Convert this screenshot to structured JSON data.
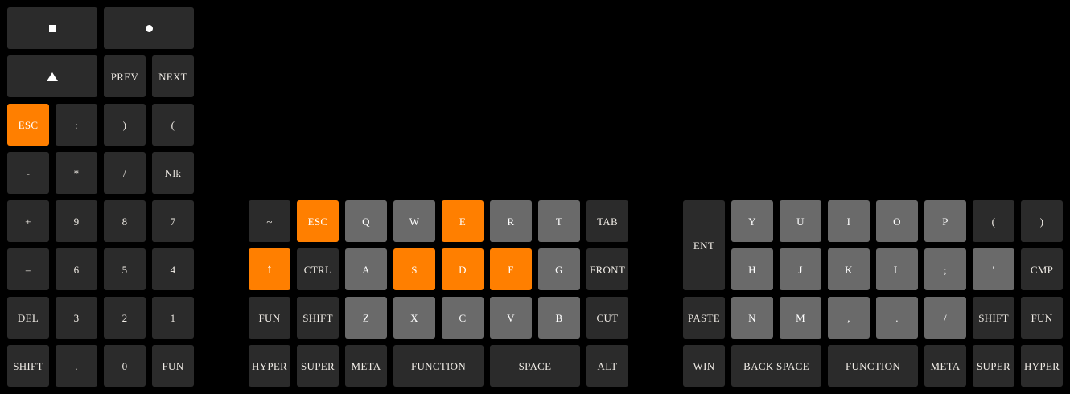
{
  "meta": {
    "title": "Virtual Keyboard Layout",
    "colors": {
      "background": "#000000",
      "key_dark": "#2b2b2b",
      "key_gray": "#6a6a6a",
      "key_highlight": "#ff7f00",
      "text": "#f0ece6"
    }
  },
  "left_panel": {
    "name": "numpad-panel",
    "rows": [
      [
        {
          "label": "",
          "icon": "square-icon",
          "style": "dark",
          "w": 2
        },
        {
          "label": "",
          "icon": "circle-icon",
          "style": "dark",
          "w": 2
        }
      ],
      [
        {
          "label": "",
          "icon": "triangle-up-icon",
          "style": "dark",
          "w": 2
        },
        {
          "label": "PREV",
          "style": "dark",
          "w": 1
        },
        {
          "label": "NEXT",
          "style": "dark",
          "w": 1
        }
      ],
      [
        {
          "label": "ESC",
          "style": "orange",
          "w": 1
        },
        {
          "label": ":",
          "style": "dark",
          "w": 1
        },
        {
          "label": ")",
          "style": "dark",
          "w": 1
        },
        {
          "label": "(",
          "style": "dark",
          "w": 1
        }
      ],
      [
        {
          "label": "-",
          "style": "dark",
          "w": 1
        },
        {
          "label": "*",
          "style": "dark",
          "w": 1
        },
        {
          "label": "/",
          "style": "dark",
          "w": 1
        },
        {
          "label": "Nlk",
          "style": "dark",
          "w": 1
        }
      ],
      [
        {
          "label": "+",
          "style": "dark",
          "w": 1
        },
        {
          "label": "9",
          "style": "dark",
          "w": 1
        },
        {
          "label": "8",
          "style": "dark",
          "w": 1
        },
        {
          "label": "7",
          "style": "dark",
          "w": 1
        }
      ],
      [
        {
          "label": "=",
          "style": "dark",
          "w": 1
        },
        {
          "label": "6",
          "style": "dark",
          "w": 1
        },
        {
          "label": "5",
          "style": "dark",
          "w": 1
        },
        {
          "label": "4",
          "style": "dark",
          "w": 1
        }
      ],
      [
        {
          "label": "DEL",
          "style": "dark",
          "w": 1
        },
        {
          "label": "3",
          "style": "dark",
          "w": 1
        },
        {
          "label": "2",
          "style": "dark",
          "w": 1
        },
        {
          "label": "1",
          "style": "dark",
          "w": 1
        }
      ],
      [
        {
          "label": "SHIFT",
          "style": "dark",
          "w": 1
        },
        {
          "label": ".",
          "style": "dark",
          "w": 1
        },
        {
          "label": "0",
          "style": "dark",
          "w": 1
        },
        {
          "label": "FUN",
          "style": "dark",
          "w": 1
        }
      ]
    ]
  },
  "center_panel": {
    "name": "left-hand-panel",
    "rows": [
      [
        {
          "label": "~",
          "style": "dark",
          "w": 1
        },
        {
          "label": "ESC",
          "style": "orange",
          "w": 1
        },
        {
          "label": "Q",
          "style": "gray",
          "w": 1
        },
        {
          "label": "W",
          "style": "gray",
          "w": 1
        },
        {
          "label": "E",
          "style": "orange",
          "w": 1
        },
        {
          "label": "R",
          "style": "gray",
          "w": 1
        },
        {
          "label": "T",
          "style": "gray",
          "w": 1
        },
        {
          "label": "TAB",
          "style": "dark",
          "w": 1
        }
      ],
      [
        {
          "label": "↑",
          "style": "orange",
          "w": 1,
          "arrow": true
        },
        {
          "label": "CTRL",
          "style": "dark",
          "w": 1
        },
        {
          "label": "A",
          "style": "gray",
          "w": 1
        },
        {
          "label": "S",
          "style": "orange",
          "w": 1
        },
        {
          "label": "D",
          "style": "orange",
          "w": 1
        },
        {
          "label": "F",
          "style": "orange",
          "w": 1
        },
        {
          "label": "G",
          "style": "gray",
          "w": 1
        },
        {
          "label": "FRONT",
          "style": "dark",
          "w": 1
        }
      ],
      [
        {
          "label": "FUN",
          "style": "dark",
          "w": 1
        },
        {
          "label": "SHIFT",
          "style": "dark",
          "w": 1
        },
        {
          "label": "Z",
          "style": "gray",
          "w": 1
        },
        {
          "label": "X",
          "style": "gray",
          "w": 1
        },
        {
          "label": "C",
          "style": "gray",
          "w": 1
        },
        {
          "label": "V",
          "style": "gray",
          "w": 1
        },
        {
          "label": "B",
          "style": "gray",
          "w": 1
        },
        {
          "label": "CUT",
          "style": "dark",
          "w": 1
        }
      ],
      [
        {
          "label": "HYPER",
          "style": "dark",
          "w": 1
        },
        {
          "label": "SUPER",
          "style": "dark",
          "w": 1
        },
        {
          "label": "META",
          "style": "dark",
          "w": 1
        },
        {
          "label": "FUNCTION",
          "style": "dark",
          "w": 2
        },
        {
          "label": "SPACE",
          "style": "dark",
          "w": 2
        },
        {
          "label": "ALT",
          "style": "dark",
          "w": 1
        }
      ]
    ]
  },
  "right_panel": {
    "name": "right-hand-panel",
    "rows": [
      [
        {
          "label": "ENT",
          "style": "dark",
          "w": 1,
          "h": 2
        },
        {
          "label": "Y",
          "style": "gray",
          "w": 1
        },
        {
          "label": "U",
          "style": "gray",
          "w": 1
        },
        {
          "label": "I",
          "style": "gray",
          "w": 1
        },
        {
          "label": "O",
          "style": "gray",
          "w": 1
        },
        {
          "label": "P",
          "style": "gray",
          "w": 1
        },
        {
          "label": "(",
          "style": "dark",
          "w": 1
        },
        {
          "label": ")",
          "style": "dark",
          "w": 1
        }
      ],
      [
        {
          "label": "H",
          "style": "gray",
          "w": 1
        },
        {
          "label": "J",
          "style": "gray",
          "w": 1
        },
        {
          "label": "K",
          "style": "gray",
          "w": 1
        },
        {
          "label": "L",
          "style": "gray",
          "w": 1
        },
        {
          "label": ";",
          "style": "gray",
          "w": 1
        },
        {
          "label": "'",
          "style": "gray",
          "w": 1
        },
        {
          "label": "CMP",
          "style": "dark",
          "w": 1
        }
      ],
      [
        {
          "label": "PASTE",
          "style": "dark",
          "w": 1
        },
        {
          "label": "N",
          "style": "gray",
          "w": 1
        },
        {
          "label": "M",
          "style": "gray",
          "w": 1
        },
        {
          "label": ",",
          "style": "gray",
          "w": 1
        },
        {
          "label": ".",
          "style": "gray",
          "w": 1
        },
        {
          "label": "/",
          "style": "gray",
          "w": 1
        },
        {
          "label": "SHIFT",
          "style": "dark",
          "w": 1
        },
        {
          "label": "FUN",
          "style": "dark",
          "w": 1
        }
      ],
      [
        {
          "label": "WIN",
          "style": "dark",
          "w": 1
        },
        {
          "label": "BACK SPACE",
          "style": "dark",
          "w": 2
        },
        {
          "label": "FUNCTION",
          "style": "dark",
          "w": 2
        },
        {
          "label": "META",
          "style": "dark",
          "w": 1
        },
        {
          "label": "SUPER",
          "style": "dark",
          "w": 1
        },
        {
          "label": "HYPER",
          "style": "dark",
          "w": 1
        }
      ]
    ]
  }
}
